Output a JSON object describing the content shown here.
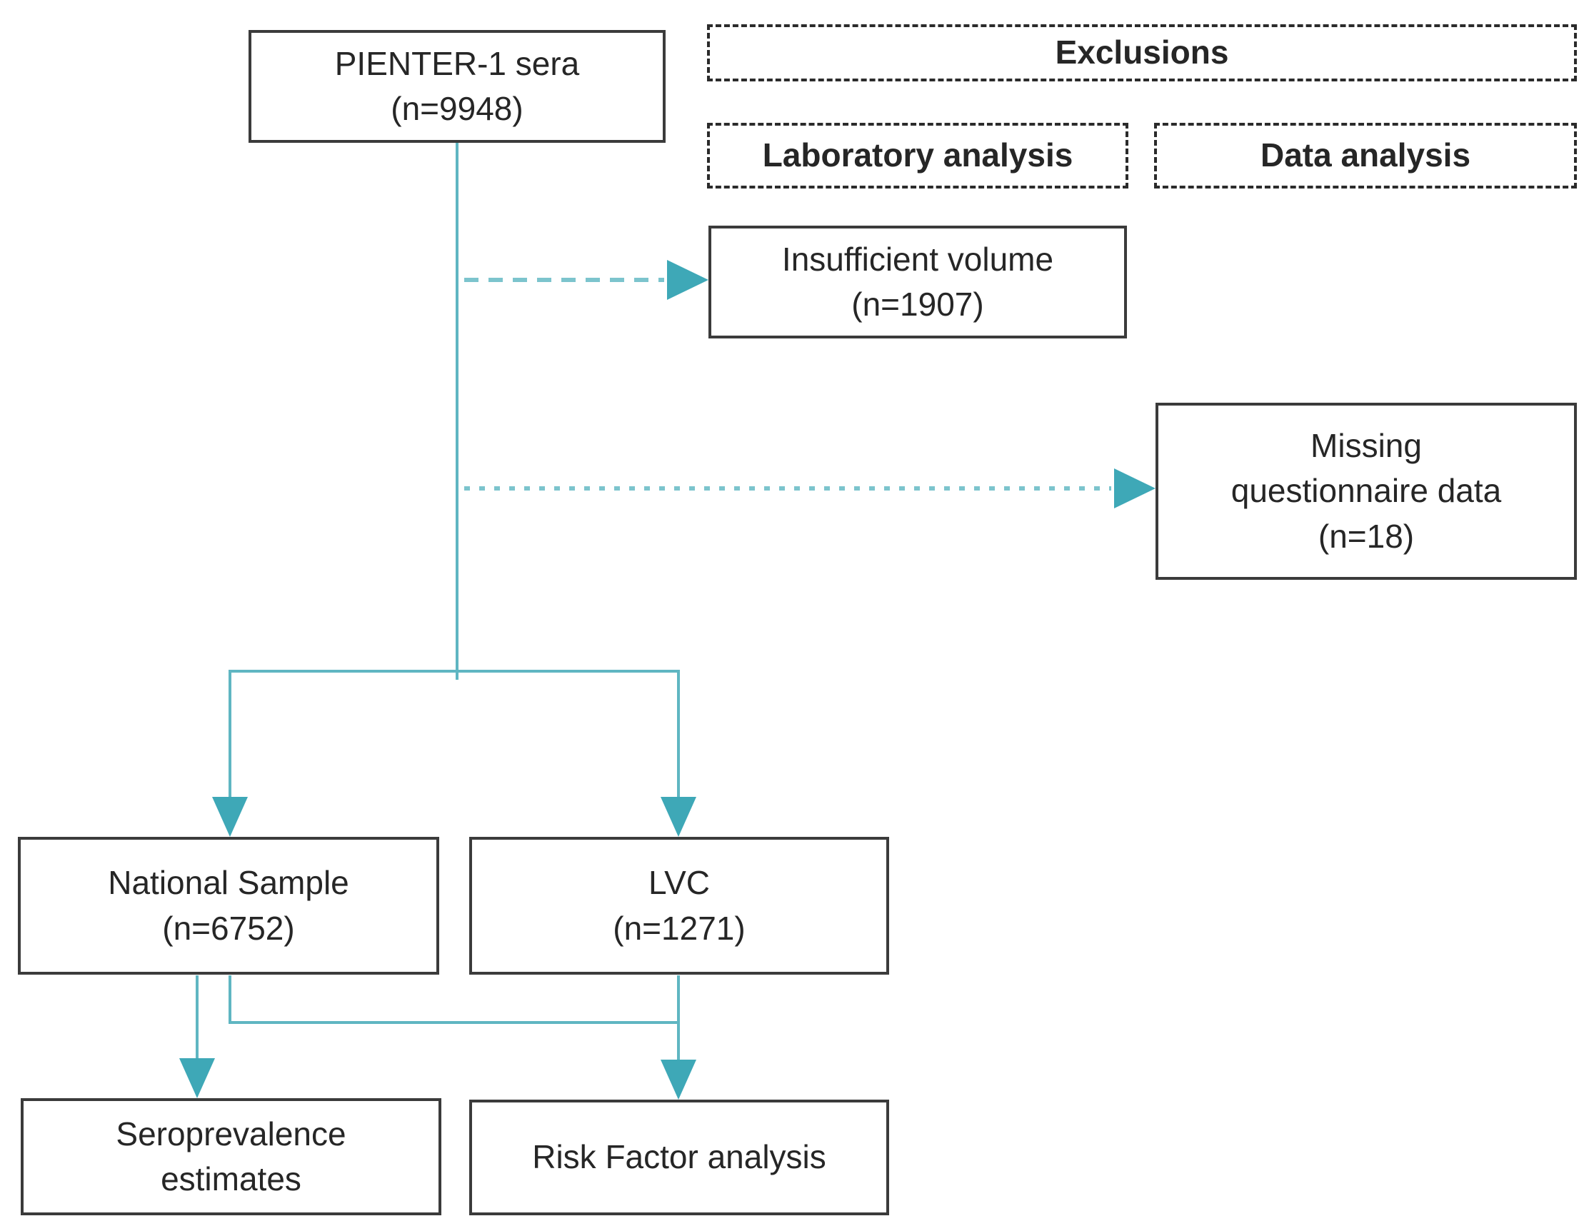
{
  "diagram": {
    "type": "flowchart",
    "nodes": {
      "pienter_sera": {
        "lines": [
          "PIENTER-1 sera",
          "(n=9948)"
        ],
        "n": 9948,
        "border": "solid"
      },
      "exclusions": {
        "label": "Exclusions",
        "border": "dashed",
        "bold": true
      },
      "laboratory_analysis": {
        "label": "Laboratory analysis",
        "border": "dashed",
        "bold": true
      },
      "data_analysis": {
        "label": "Data analysis",
        "border": "dashed",
        "bold": true
      },
      "insufficient_volume": {
        "lines": [
          "Insufficient volume",
          "(n=1907)"
        ],
        "n": 1907,
        "border": "solid"
      },
      "missing_questionnaire": {
        "lines": [
          "Missing",
          "questionnaire data",
          "(n=18)"
        ],
        "n": 18,
        "border": "solid"
      },
      "national_sample": {
        "lines": [
          "National Sample",
          "(n=6752)"
        ],
        "n": 6752,
        "border": "solid"
      },
      "lvc": {
        "lines": [
          "LVC",
          "(n=1271)"
        ],
        "n": 1271,
        "border": "solid"
      },
      "seroprevalence": {
        "lines": [
          "Seroprevalence",
          "estimates"
        ],
        "border": "solid"
      },
      "risk_factor": {
        "label": "Risk Factor analysis",
        "border": "solid"
      }
    },
    "edges": [
      {
        "from": "pienter_sera",
        "to": "insufficient_volume",
        "style": "dashed",
        "arrow": true
      },
      {
        "from": "pienter_sera",
        "to": "missing_questionnaire",
        "style": "dashed",
        "arrow": true
      },
      {
        "from": "pienter_sera",
        "to": "national_sample",
        "style": "solid",
        "arrow": true
      },
      {
        "from": "pienter_sera",
        "to": "lvc",
        "style": "solid",
        "arrow": true
      },
      {
        "from": "national_sample",
        "to": "seroprevalence",
        "style": "solid",
        "arrow": true
      },
      {
        "from": "national_sample",
        "to": "risk_factor",
        "style": "solid",
        "arrow": true
      },
      {
        "from": "lvc",
        "to": "risk_factor",
        "style": "solid",
        "arrow": true
      }
    ],
    "colors": {
      "connector_solid": "#5fb6c2",
      "connector_dashed": "#7cc4cd",
      "arrowhead": "#3ea8b7",
      "box_border": "#3b3b3b",
      "text": "#262626",
      "background": "#ffffff"
    }
  }
}
